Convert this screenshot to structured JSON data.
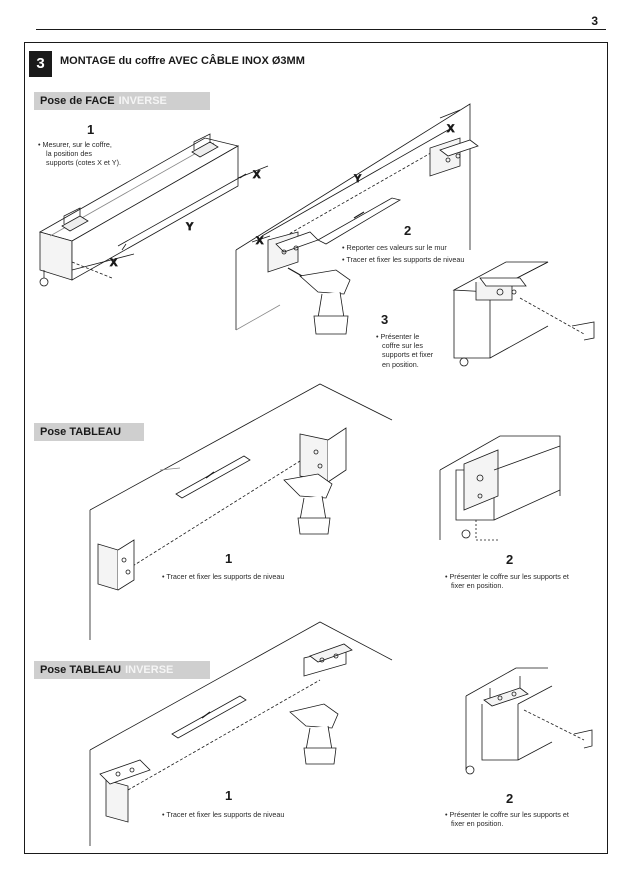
{
  "page": {
    "number": "3"
  },
  "section": {
    "number": "3",
    "title": "MONTAGE du coffre AVEC CÂBLE INOX Ø3MM"
  },
  "pose_face_inverse": {
    "label_main": "Pose de FACE",
    "label_inverse": "INVERSE",
    "step1_number": "1",
    "step1_lines": [
      "• Mesurer, sur le coffre,",
      "la position des",
      "supports (cotes X et Y)."
    ],
    "step2_number": "2",
    "step2_lines": [
      "• Reporter ces valeurs sur le mur",
      "• Tracer et fixer les supports de niveau"
    ],
    "step3_number": "3",
    "step3_lines": [
      "• Présenter le",
      "coffre sur les",
      "supports et fixer",
      "en position."
    ],
    "dims": {
      "x": "X",
      "y": "Y"
    }
  },
  "pose_tableau": {
    "label_main": "Pose TABLEAU",
    "step1_number": "1",
    "step1_text": "• Tracer et fixer les supports de niveau",
    "step2_number": "2",
    "step2_lines": [
      "• Présenter le coffre sur les supports et",
      "fixer en position."
    ]
  },
  "pose_tableau_inverse": {
    "label_main": "Pose TABLEAU",
    "label_inverse": "INVERSE",
    "step1_number": "1",
    "step1_text": "• Tracer et fixer les supports de niveau",
    "step2_number": "2",
    "step2_lines": [
      "• Présenter le coffre sur les supports et",
      "fixer en position."
    ]
  }
}
